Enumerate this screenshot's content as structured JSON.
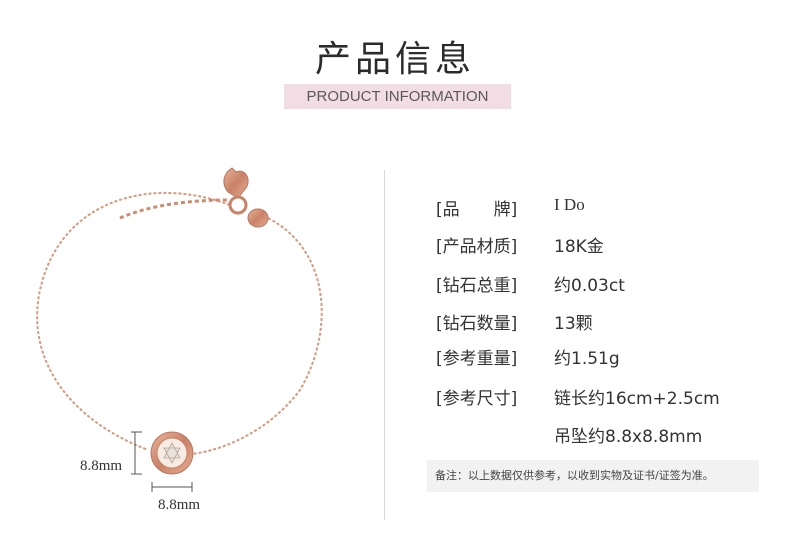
{
  "header": {
    "title": "产品信息",
    "subtitle": "PRODUCT INFORMATION"
  },
  "dimensions": {
    "height_label": "8.8mm",
    "width_label": "8.8mm"
  },
  "specs": [
    {
      "label": "[品　　牌]",
      "value": "I Do"
    },
    {
      "label": "[产品材质]",
      "value": "18K金"
    },
    {
      "label": "[钻石总重]",
      "value": "约0.03ct"
    },
    {
      "label": "[钻石数量]",
      "value": "13颗"
    },
    {
      "label": "[参考重量]",
      "value": "约1.51g"
    },
    {
      "label": "[参考尺寸]",
      "value": "链长约16cm+2.5cm"
    }
  ],
  "extra_size": "吊坠约8.8x8.8mm",
  "note": "备注：以上数据仅供参考，以收到实物及证书/证签为准。",
  "colors": {
    "accent_pink": "#f1dde3",
    "rose_gold": "#d79a7e"
  }
}
